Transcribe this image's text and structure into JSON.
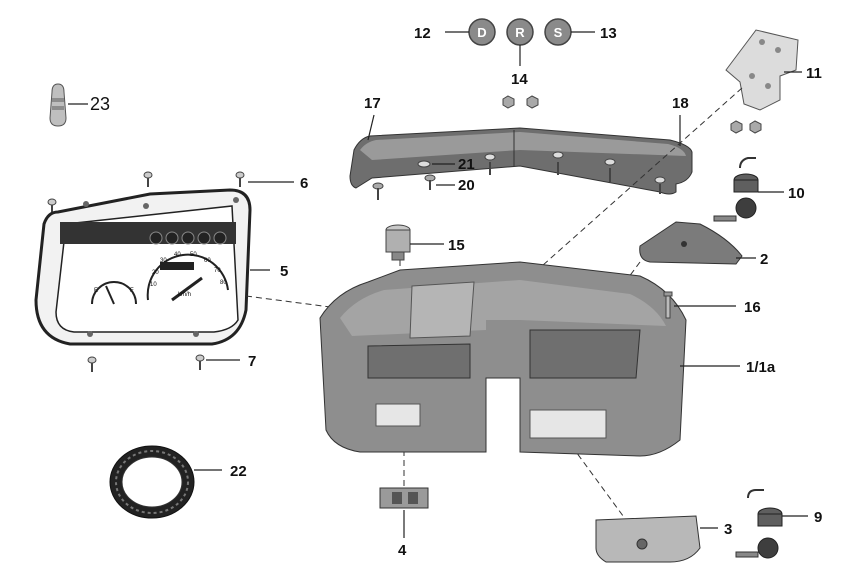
{
  "callouts": {
    "c1": "1/1a",
    "c2": "2",
    "c3": "3",
    "c4": "4",
    "c5": "5",
    "c6": "6",
    "c7": "7",
    "c9": "9",
    "c10": "10",
    "c11": "11",
    "c12": "12",
    "c13": "13",
    "c14": "14",
    "c15": "15",
    "c16": "16",
    "c17": "17",
    "c18": "18",
    "c20": "20",
    "c21": "21",
    "c22": "22",
    "c23": "23"
  },
  "badges": {
    "drive": "D",
    "reverse": "R",
    "sport": "S"
  },
  "gauge": {
    "speed_labels": [
      "10",
      "20",
      "30",
      "40",
      "50",
      "60",
      "70",
      "80"
    ],
    "unit": "km/h",
    "fuel_empty": "E",
    "fuel_full": "F"
  },
  "colors": {
    "line": "#222222",
    "part_dark": "#7a7a7a",
    "part_mid": "#a9a9a9",
    "part_light": "#d2d2d2",
    "badge": "#8a8a8a"
  }
}
